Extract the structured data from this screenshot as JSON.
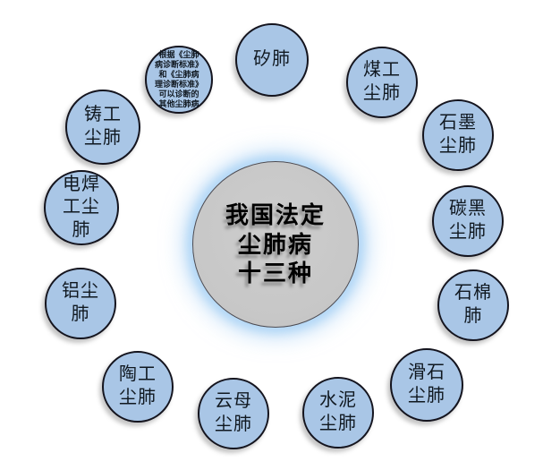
{
  "title": "我国法定尘肺病十三种",
  "center": {
    "lines": [
      "我国法定",
      "尘肺病",
      "十三种"
    ]
  },
  "nodes": [
    {
      "name": "silicosis",
      "label": "矽肺",
      "lines": [
        "矽肺"
      ]
    },
    {
      "name": "coal-worker",
      "label": "煤工尘肺",
      "lines": [
        "煤工",
        "尘肺"
      ]
    },
    {
      "name": "graphite",
      "label": "石墨尘肺",
      "lines": [
        "石墨",
        "尘肺"
      ]
    },
    {
      "name": "carbon-black",
      "label": "碳黑尘肺",
      "lines": [
        "碳黑",
        "尘肺"
      ]
    },
    {
      "name": "asbestos",
      "label": "石棉肺",
      "lines": [
        "石棉",
        "肺"
      ]
    },
    {
      "name": "talc",
      "label": "滑石尘肺",
      "lines": [
        "滑石",
        "尘肺"
      ]
    },
    {
      "name": "cement",
      "label": "水泥尘肺",
      "lines": [
        "水泥",
        "尘肺"
      ]
    },
    {
      "name": "mica",
      "label": "云母尘肺",
      "lines": [
        "云母",
        "尘肺"
      ]
    },
    {
      "name": "pottery-worker",
      "label": "陶工尘肺",
      "lines": [
        "陶工",
        "尘肺"
      ]
    },
    {
      "name": "aluminum",
      "label": "铝尘肺",
      "lines": [
        "铝尘",
        "肺"
      ]
    },
    {
      "name": "electric-welder",
      "label": "电焊工尘肺",
      "lines": [
        "电焊",
        "工尘",
        "肺"
      ]
    },
    {
      "name": "foundry-worker",
      "label": "铸工尘肺",
      "lines": [
        "铸工",
        "尘肺"
      ]
    },
    {
      "name": "other-diagnosable",
      "label": "根据《尘肺病诊断标准》和《尘肺病理诊断标准》可以诊断的其他尘肺病",
      "lines": [
        "根据《尘肺",
        "病诊断标准》",
        "和《尘肺病",
        "理诊断标准》",
        "可以诊断的",
        "其他尘肺病"
      ]
    }
  ],
  "colors": {
    "background": "#ffffff",
    "node_fill": "#a9c6e6",
    "node_border": "#14141e",
    "center_fill": "#c7c7c7",
    "center_border": "#4a4a52",
    "center_glow": "#b0d6f6",
    "text": "#101820"
  }
}
